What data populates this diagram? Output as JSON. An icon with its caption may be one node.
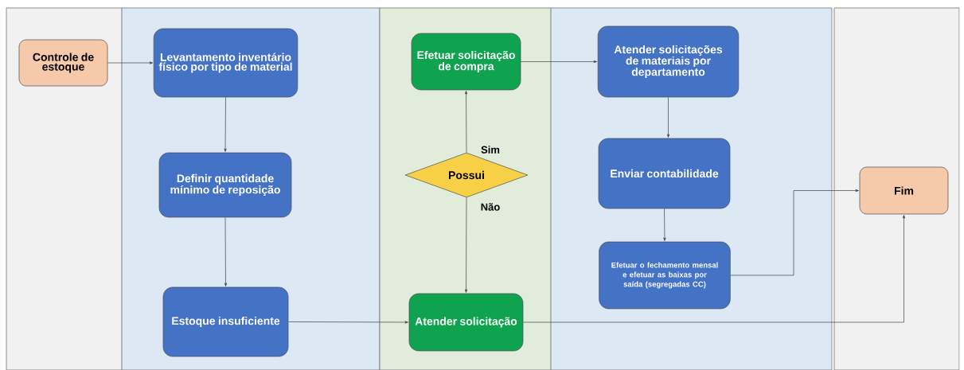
{
  "diagram": {
    "nodes": [
      {
        "text": [
          "Controle de estoque"
        ]
      },
      {
        "text": [
          "Levantamento inventário físico por tipo de material"
        ]
      },
      {
        "text": [
          "Definir quantidade mínimo de reposição"
        ]
      },
      {
        "text": [
          "Estoque insuficiente"
        ]
      },
      {
        "text": [
          "Efetuar solicitação de compra"
        ]
      },
      {
        "text": [
          "Possui"
        ]
      },
      {
        "text": [
          "Atender solicitação"
        ]
      },
      {
        "text": [
          "Atender solicitações de materiais por departamento"
        ]
      },
      {
        "text": [
          "Enviar contabilidade"
        ]
      },
      {
        "text": [
          "Efetuar o fechamento mensal e efetuar as baixas por saída (segregadas CC)"
        ]
      },
      {
        "text": [
          "Fim"
        ]
      }
    ],
    "edges": [
      {
        "from": 0,
        "to": 1,
        "arrow": "to"
      },
      {
        "from": 1,
        "to": 2,
        "arrow": "to"
      },
      {
        "from": 2,
        "to": 3,
        "arrow": "to"
      },
      {
        "from": 3,
        "to": 6,
        "arrow": "to"
      },
      {
        "from": 5,
        "to": 4,
        "arrow": "to",
        "label": "Sim"
      },
      {
        "from": 5,
        "to": 6,
        "arrow": "to",
        "label": "Não"
      },
      {
        "from": 4,
        "to": 7,
        "arrow": "to"
      },
      {
        "from": 7,
        "to": 8,
        "arrow": "to"
      },
      {
        "from": 8,
        "to": 9,
        "arrow": "to"
      },
      {
        "from": 9,
        "to": 10,
        "arrow": "to"
      },
      {
        "from": 6,
        "to": 10,
        "arrow": "to"
      }
    ]
  }
}
